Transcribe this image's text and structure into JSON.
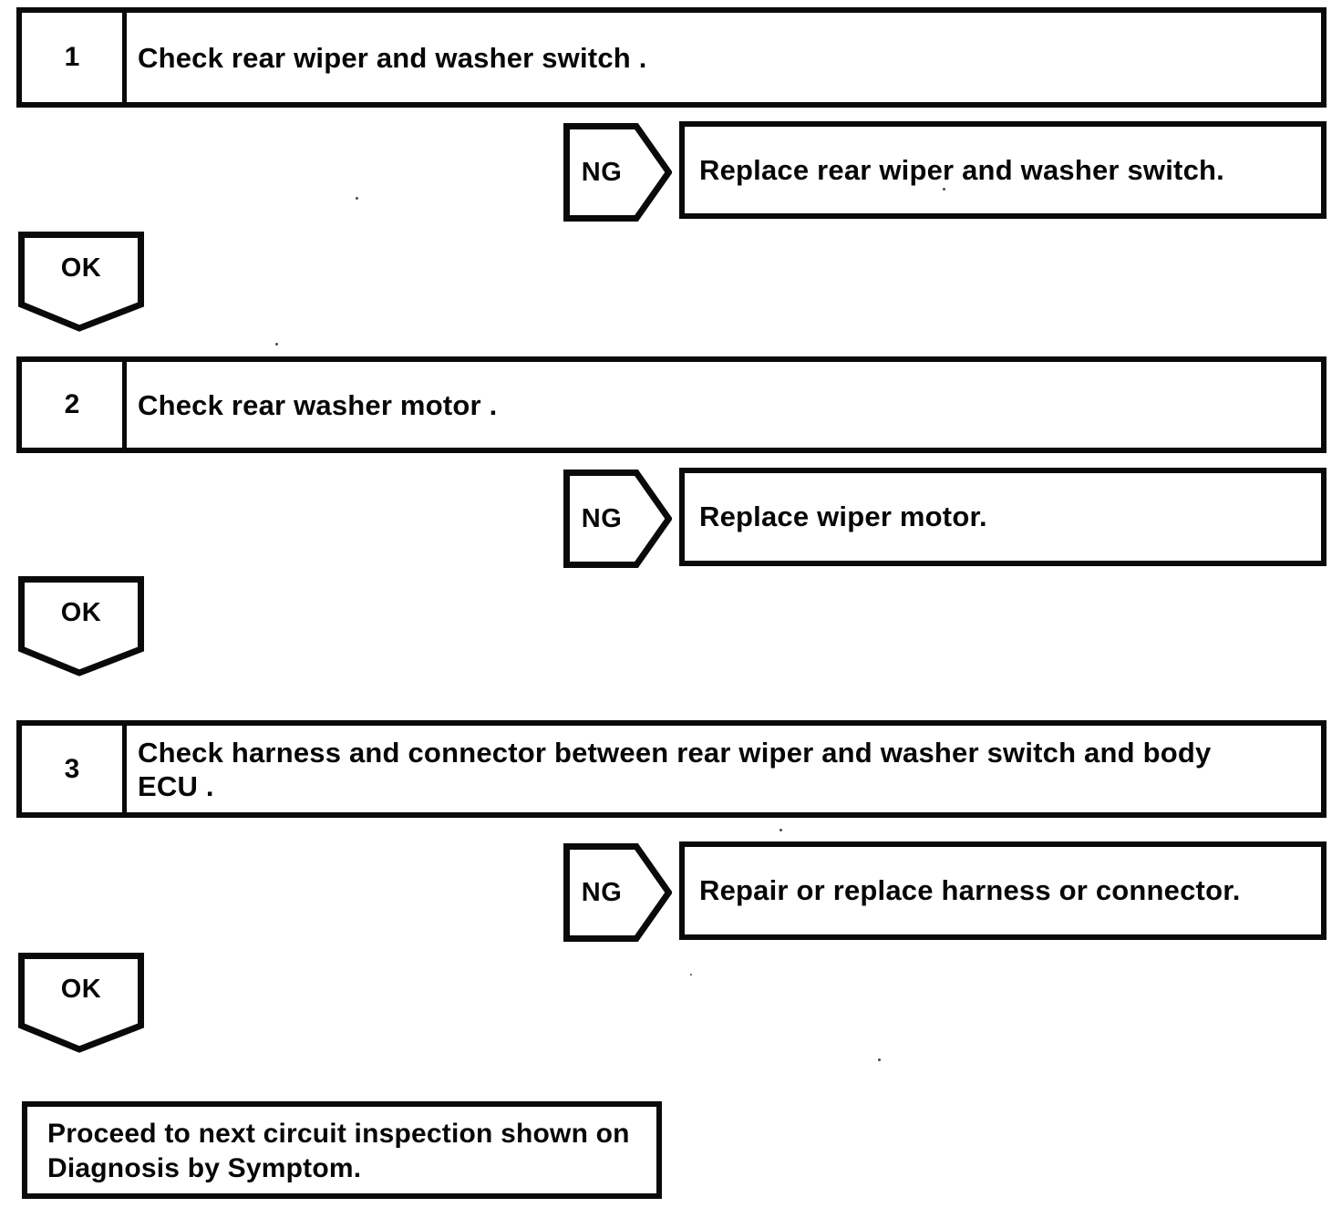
{
  "steps": [
    {
      "number": "1",
      "instruction_line1": "Check rear wiper and washer switch .",
      "instruction_line2": "",
      "ng_label": "NG",
      "ng_action": "Replace rear wiper and washer switch.",
      "ok_label": "OK"
    },
    {
      "number": "2",
      "instruction_line1": "Check rear washer motor .",
      "instruction_line2": "",
      "ng_label": "NG",
      "ng_action": "Replace wiper motor.",
      "ok_label": "OK"
    },
    {
      "number": "3",
      "instruction_line1": "Check harness and connector between rear wiper and washer switch and body",
      "instruction_line2": "ECU .",
      "ng_label": "NG",
      "ng_action": "Repair or replace harness or connector.",
      "ok_label": "OK"
    }
  ],
  "footer": {
    "line1": "Proceed to next circuit inspection shown on",
    "line2": "Diagnosis by Symptom."
  },
  "colors": {
    "ink": "#0a0a0a",
    "paper": "#ffffff"
  }
}
